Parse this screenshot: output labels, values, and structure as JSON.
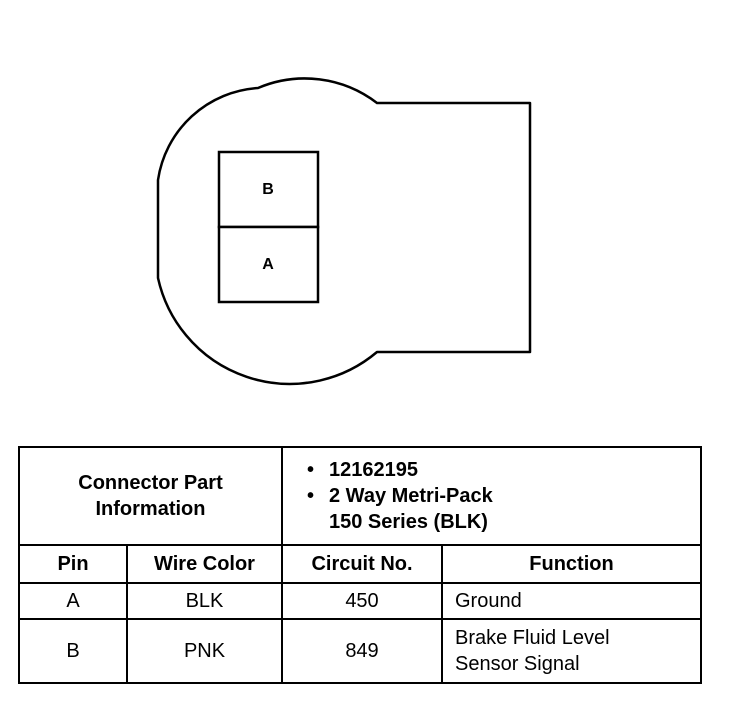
{
  "connector_face": {
    "cavity_top_label": "B",
    "cavity_bottom_label": "A"
  },
  "table": {
    "info_label_line1": "Connector Part",
    "info_label_line2": "Information",
    "info_items": [
      "12162195",
      "2 Way Metri-Pack",
      "150 Series (BLK)"
    ],
    "headers": {
      "pin": "Pin",
      "wire_color": "Wire Color",
      "circuit_no": "Circuit No.",
      "function": "Function"
    },
    "rows": [
      {
        "pin": "A",
        "wire_color": "BLK",
        "circuit_no": "450",
        "function": "Ground"
      },
      {
        "pin": "B",
        "wire_color": "PNK",
        "circuit_no": "849",
        "function_line1": "Brake Fluid Level",
        "function_line2": "Sensor Signal"
      }
    ]
  }
}
